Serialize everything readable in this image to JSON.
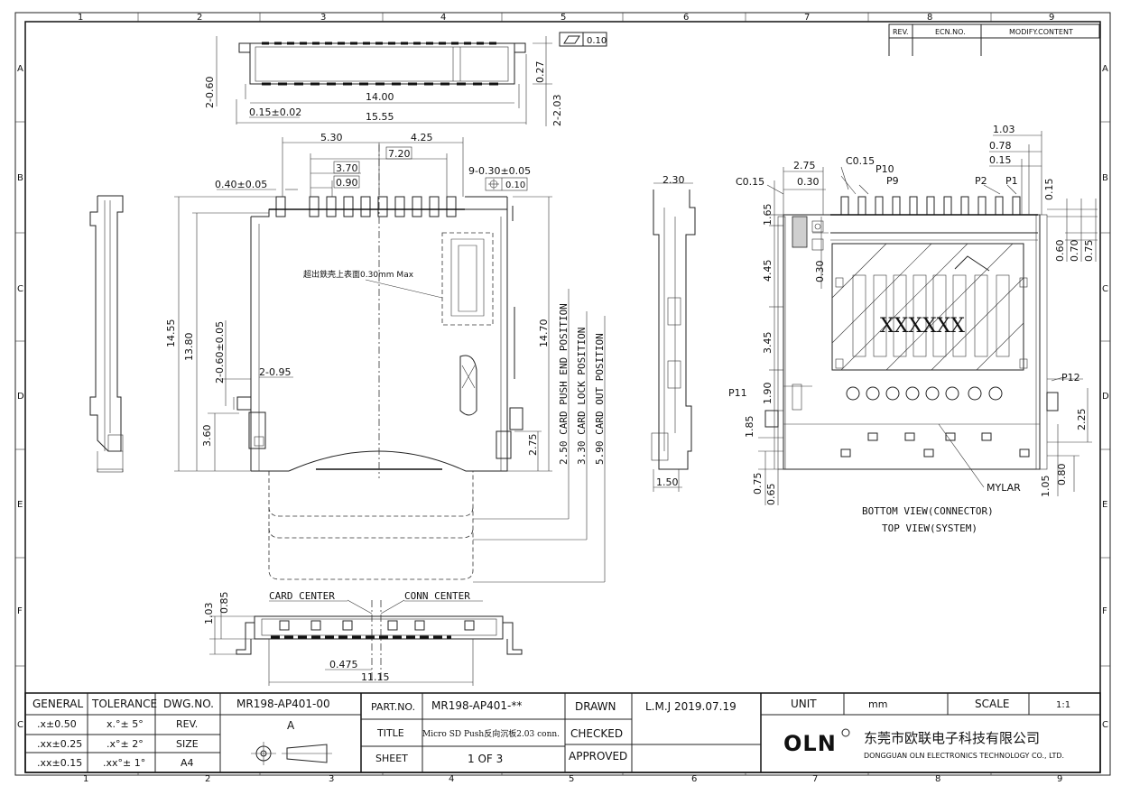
{
  "grid": {
    "cols": [
      "1",
      "2",
      "3",
      "4",
      "5",
      "6",
      "7",
      "8",
      "9"
    ],
    "rows": [
      "A",
      "B",
      "C",
      "D",
      "E",
      "F",
      "C"
    ]
  },
  "revision_table": {
    "rev": "REV.",
    "ecn": "ECN.NO.",
    "modify": "MODIFY.CONTENT"
  },
  "flatness": "0.10",
  "dims": {
    "top_view": {
      "h1": "2-0.60",
      "w_inner": "14.00",
      "w_outer": "15.55",
      "tol": "0.15±0.02",
      "h_right": "0.27",
      "h_right2": "2-2.03"
    },
    "front_view": {
      "d530": "5.30",
      "d425": "4.25",
      "d720": "7.20",
      "d370": "3.70",
      "d090": "0.90",
      "pitch": "9-0.30±0.05",
      "pos": "0.10",
      "d040": "0.40±0.05",
      "h1455": "14.55",
      "h1380": "13.80",
      "h1470": "14.70",
      "h360": "3.60",
      "h275": "2.75",
      "hole": "2-0.60±0.05",
      "d095": "2-0.95",
      "note": "超出鉄壳上表面0.30mm Max",
      "pos1": "2.50 CARD PUSH END POSITION",
      "pos2": "3.30 CARD LOCK POSITION",
      "pos3": "5.90 CARD OUT POSITION"
    },
    "side_view": {
      "w230": "2.30",
      "w150": "1.50"
    },
    "bottom_view": {
      "d275": "2.75",
      "c015a": "C0.15",
      "c015b": "C0.15",
      "d030": "0.30",
      "d103": "1.03",
      "d078": "0.78",
      "d015": "0.15",
      "d015v": "0.15",
      "p10": "P10",
      "p9": "P9",
      "p2": "P2",
      "p1": "P1",
      "p11": "P11",
      "p12": "P12",
      "v165": "1.65",
      "v445": "4.45",
      "v030": "0.30",
      "v345": "3.45",
      "v190": "1.90",
      "v185": "1.85",
      "v075": "0.75",
      "v065": "0.65",
      "v060": "0.60",
      "v070": "0.70",
      "v075r": "0.75",
      "v225": "2.25",
      "v105": "1.05",
      "v080": "0.80",
      "marking": "XXXXXX",
      "mylar": "MYLAR",
      "caption1": "BOTTOM VIEW(CONNECTOR)",
      "caption2": "TOP VIEW(SYSTEM)"
    },
    "lower_view": {
      "card_center": "CARD CENTER",
      "conn_center": "CONN CENTER",
      "v103": "1.03",
      "v085": "0.85",
      "d0475": "0.475",
      "d1115": "11.15"
    }
  },
  "title_block": {
    "general": "GENERAL",
    "tolerance": "TOLERANCE",
    "tol_rows": [
      {
        "lin": ".x±0.50",
        "ang": "x.°± 5°"
      },
      {
        "lin": ".xx±0.25",
        "ang": ".x°± 2°"
      },
      {
        "lin": ".xx±0.15",
        "ang": ".xx°± 1°"
      }
    ],
    "dwg_no_label": "DWG.NO.",
    "dwg_no": "MR198-AP401-00",
    "rev_label": "REV.",
    "rev": "A",
    "size_label": "SIZE",
    "size": "A4",
    "part_no_label": "PART.NO.",
    "part_no": "MR198-AP401-**",
    "title_label": "TITLE",
    "title": "Micro SD Push反向沉板2.03 conn.",
    "sheet_label": "SHEET",
    "sheet": "1 OF 3",
    "drawn_label": "DRAWN",
    "drawn": "L.M.J  2019.07.19",
    "checked_label": "CHECKED",
    "approved_label": "APPROVED",
    "unit_label": "UNIT",
    "unit": "mm",
    "scale_label": "SCALE",
    "scale": "1:1",
    "logo": "OLN",
    "company_cn": "东莞市欧联电子科技有限公司",
    "company_en": "DONGGUAN OLN ELECTRONICS TECHNOLOGY CO., LTD."
  }
}
